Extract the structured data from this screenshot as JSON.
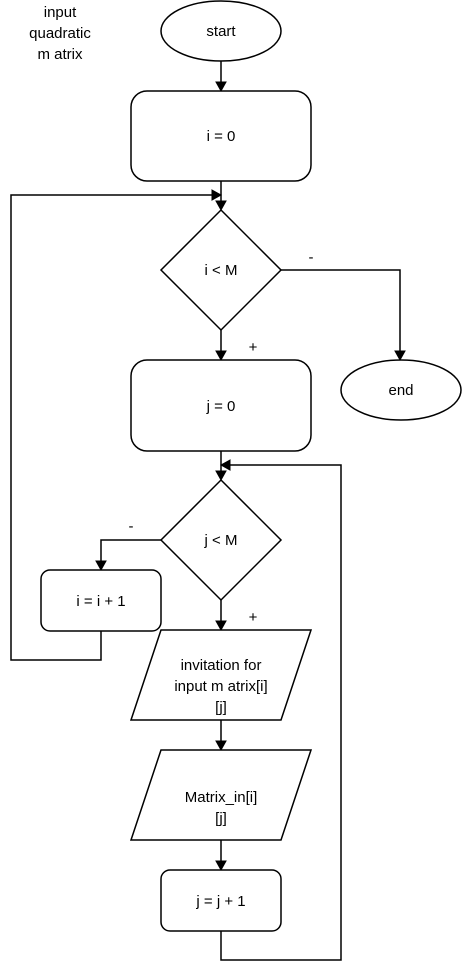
{
  "diagram": {
    "caption": [
      "input",
      "quadratic",
      "m atrix"
    ],
    "nodes": {
      "start": "start",
      "init_i": "i = 0",
      "cond_i": "i < M",
      "end": "end",
      "init_j": "j = 0",
      "cond_j": "j < M",
      "incr_i": "i = i + 1",
      "prompt": [
        "invitation for",
        "input m atrix[i]",
        "[j]"
      ],
      "input": [
        "Matrix_in[i]",
        "[j]"
      ],
      "incr_j": "j = j + 1"
    },
    "edge_labels": {
      "cond_i_no": "-",
      "cond_i_yes": "+",
      "cond_j_no": "-",
      "cond_j_yes": "+"
    }
  }
}
